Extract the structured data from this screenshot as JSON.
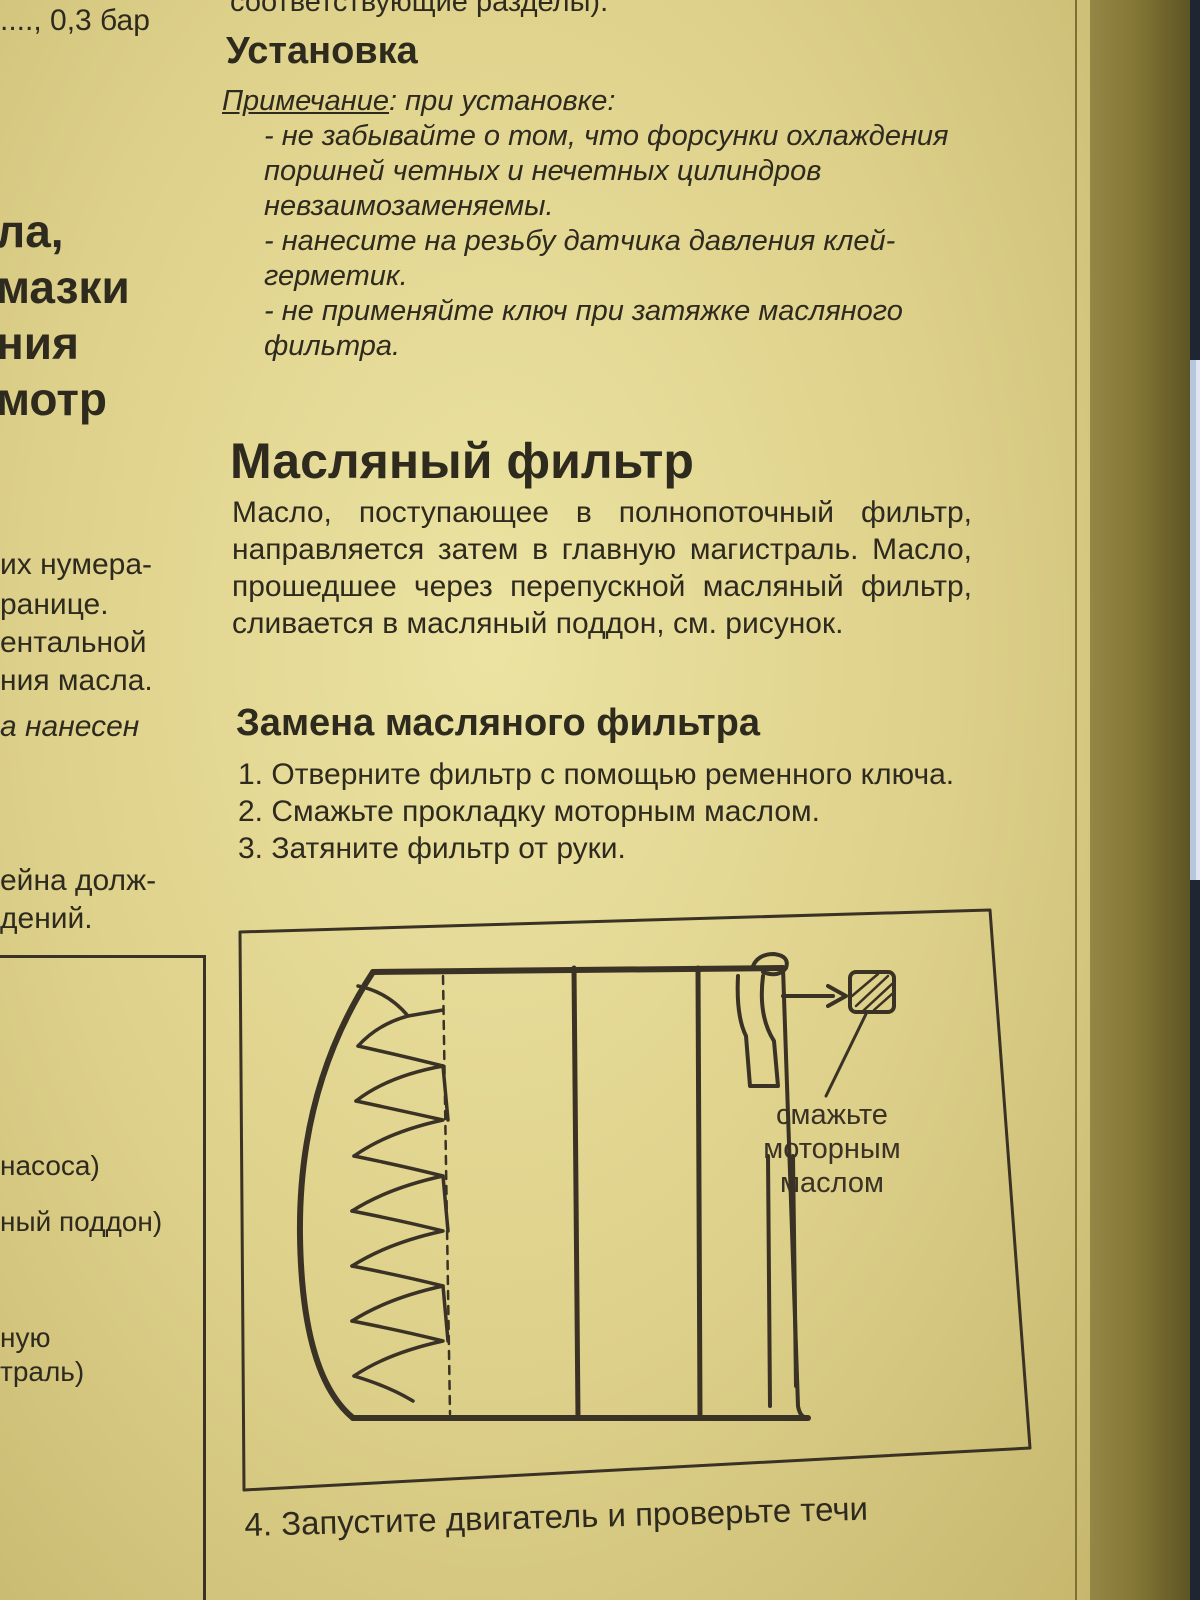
{
  "left_column": {
    "top_value": "...., 0,3 бар",
    "heading_lines": [
      "ла,",
      "мазки",
      "ния",
      "мотр"
    ],
    "text_lines": [
      "их нумера-",
      "ранице.",
      "ентальной",
      "ния масла.",
      "а  нанесен"
    ],
    "text_lines_2": [
      "ейна долж-",
      "дений."
    ],
    "box_labels": [
      "насоса)",
      "ный поддон)",
      "ную",
      "траль)"
    ]
  },
  "install": {
    "top_cut_text": "соответствующие разделы).",
    "title": "Установка",
    "note_label": "Примечание",
    "note_intro": ": при установке:",
    "items": [
      "- не забывайте о том, что форсунки охлаждения поршней четных и нечетных цилиндров невзаимозаменяемы.",
      "- нанесите на резьбу датчика давления клей-герметик.",
      "- не применяйте ключ при затяжке масляного фильтра."
    ]
  },
  "oil_filter": {
    "title": "Масляный фильтр",
    "paragraph": "Масло, поступающее в полнопоточный фильтр, направляется затем в главную магистраль. Масло, прошедшее через перепускной масляный фильтр, сливается в масляный поддон, см. рисунок."
  },
  "replace": {
    "title": "Замена масляного фильтра",
    "steps": [
      "1. Отверните фильтр с помощью ременного ключа.",
      "2. Смажьте прокладку моторным маслом.",
      "3. Затяните фильтр от руки."
    ],
    "step4": "4. Запустите двигатель и проверьте течи"
  },
  "diagram": {
    "label_lines": [
      "смажьте",
      "моторным",
      "маслом"
    ]
  }
}
